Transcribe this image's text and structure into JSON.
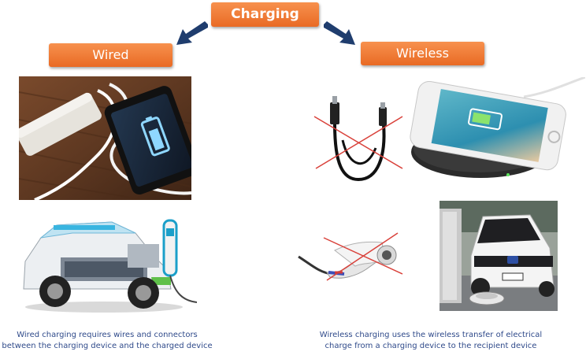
{
  "title": "Charging",
  "branches": {
    "wired": "Wired",
    "wireless": "Wireless"
  },
  "captions": {
    "wired": [
      "Wired charging requires wires and connectors",
      "between the charging device and the charged device"
    ],
    "wireless": [
      "Wireless charging uses the wireless transfer of electrical",
      "charge from a charging device to the recipient device"
    ]
  },
  "icons": {
    "arrow_left": "arrow-down-left-icon",
    "arrow_right": "arrow-down-right-icon"
  },
  "colors": {
    "accent": "#ef7a35",
    "arrow": "#1f3d6e",
    "caption": "#2f4a8a",
    "cross": "#d9413a"
  }
}
